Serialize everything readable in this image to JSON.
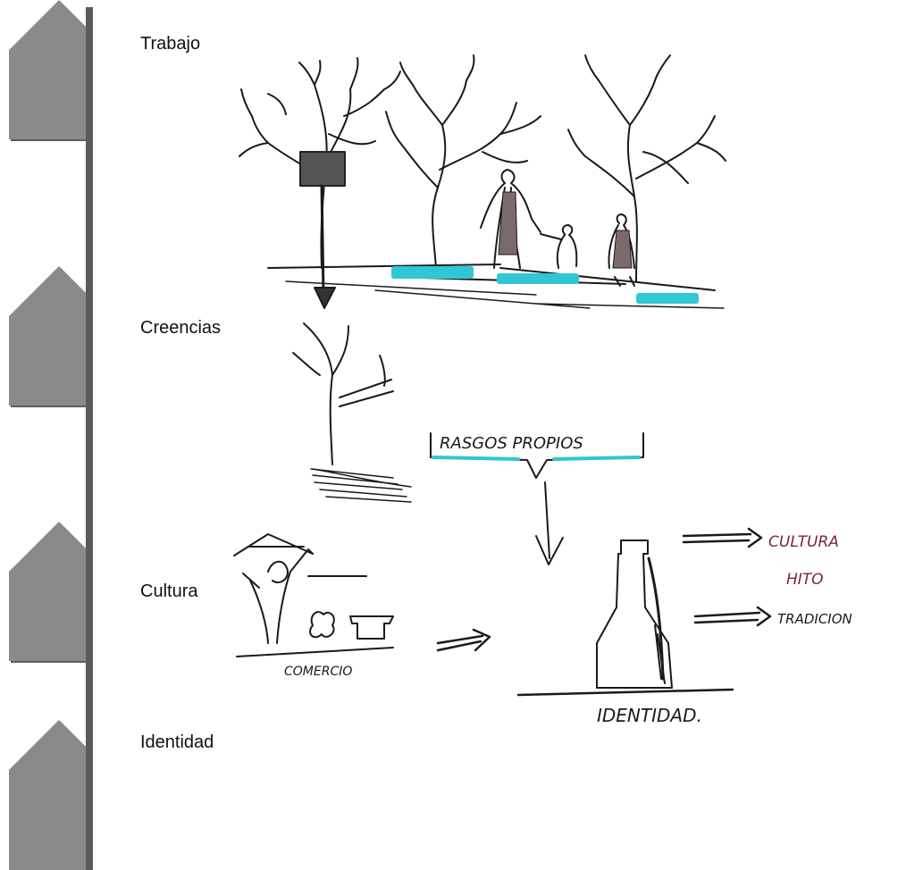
{
  "sections": [
    {
      "label": "Trabajo"
    },
    {
      "label": "Creencias"
    },
    {
      "label": "Cultura"
    },
    {
      "label": "Identidad"
    }
  ],
  "sketch": {
    "top_callout": "RASGOS PROPIOS",
    "comercio": "COMERCIO",
    "identidad": "IDENTIDAD.",
    "outputs": [
      "CULTURA",
      "HITO",
      "TRADICION"
    ]
  },
  "colors": {
    "tab": "#8a8a8a",
    "tab_shadow": "#5e5e5e",
    "rail": "#5a5a5a",
    "water": "#30c6d6",
    "hito": "#7a1f4a"
  }
}
